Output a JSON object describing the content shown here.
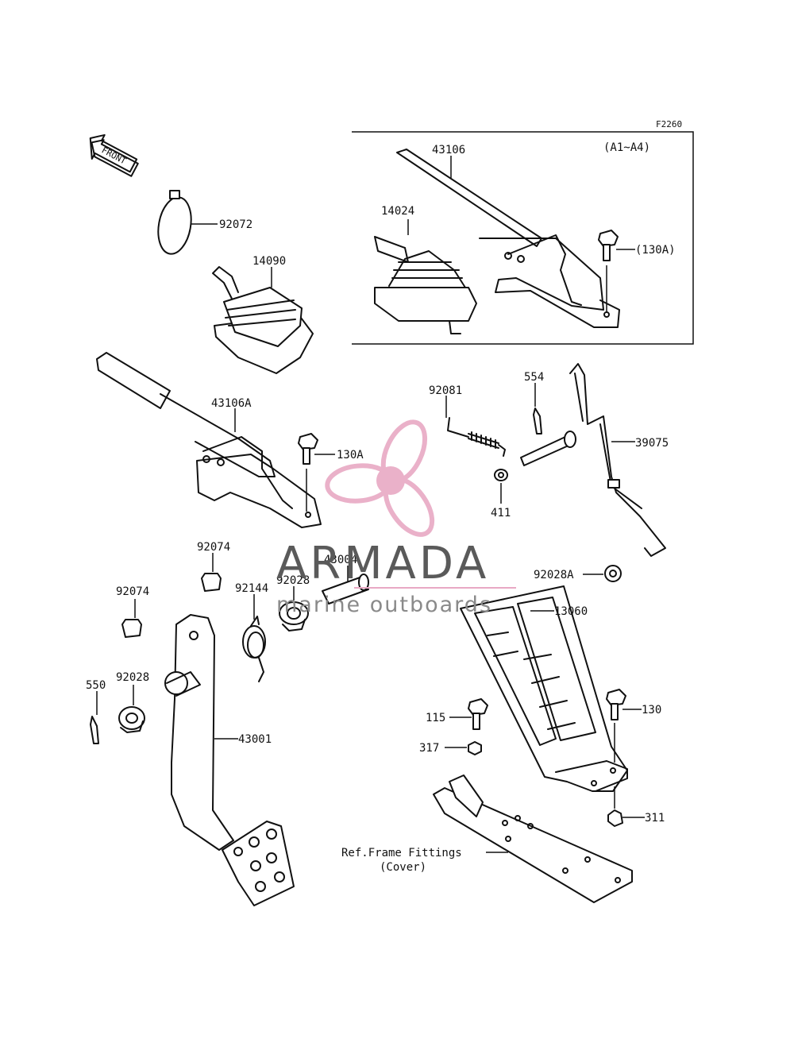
{
  "figure_code": "F2260",
  "inset_note": "(A1~A4)",
  "front_label": "FRONT",
  "watermark": {
    "title": "ARMADA",
    "subtitle": "marine outboards",
    "logo_color": "#e8a9c4",
    "title_color": "#5a5a5a",
    "subtitle_color": "#8a8a8a"
  },
  "callouts": {
    "p43106": "43106",
    "p14024": "14024",
    "p130A_inset": "(130A)",
    "p92072": "92072",
    "p14090": "14090",
    "p43106A": "43106A",
    "p130A": "130A",
    "p92081": "92081",
    "p554": "554",
    "p39075": "39075",
    "p411": "411",
    "p92074_a": "92074",
    "p43004": "43004",
    "p92074_b": "92074",
    "p92144": "92144",
    "p92028_a": "92028",
    "p92028A": "92028A",
    "p13060": "13060",
    "p550": "550",
    "p92028_b": "92028",
    "p43001": "43001",
    "p115": "115",
    "p130": "130",
    "p317": "317",
    "p311": "311",
    "ref_line1": "Ref.Frame Fittings",
    "ref_line2": "(Cover)"
  }
}
